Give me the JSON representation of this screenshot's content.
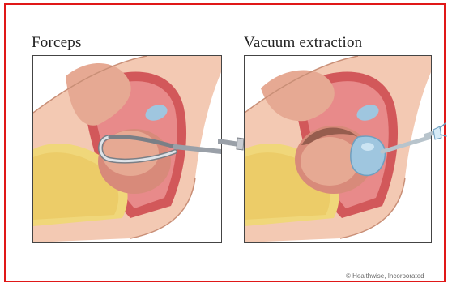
{
  "panels": {
    "left": {
      "title": "Forceps"
    },
    "right": {
      "title": "Vacuum extraction"
    }
  },
  "footer": {
    "copyright": "© Healthwise, Incorporated"
  },
  "colors": {
    "border": "#e01818",
    "skin": "#f3c9b3",
    "tissue": "#e88a8a",
    "uterus_wall": "#d2585a",
    "fat": "#f0d77a",
    "baby_skin": "#e6a993",
    "instrument": "#c8ccd2",
    "vacuum_cup": "#9fc6df"
  }
}
